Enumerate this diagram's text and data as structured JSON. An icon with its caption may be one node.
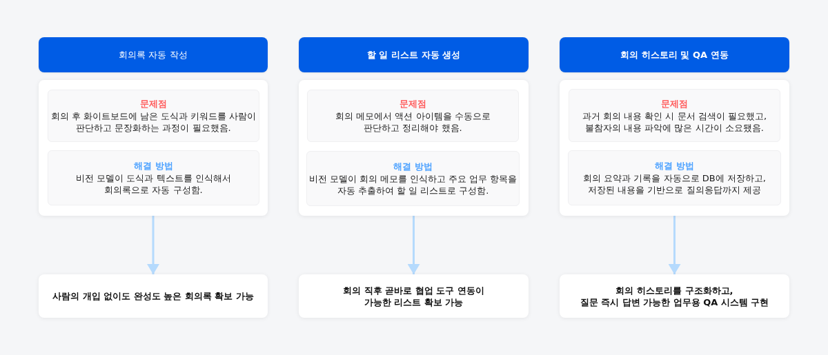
{
  "diagram": {
    "nodes": [
      {
        "text": [
          "회의록 자동 작성"
        ]
      },
      {
        "text": [],
        "shape": "box"
      },
      {
        "text": [
          "문제점",
          "회의 후 화이트보드에 남은 도식과 키워드를 사람이 판단하고 문장화하는 과정이 필요했음."
        ],
        "in": 1
      },
      {
        "text": [
          "해결 방법",
          "비전 모델이 도식과 텍스트를 인식해서 회의록으로 자동 구성함."
        ],
        "in": 1
      },
      {
        "text": [
          "사람의 개입 없이도 완성도 높은 회의록 확보 가능"
        ]
      },
      {
        "text": [
          "할 일 리스트 자동 생성"
        ]
      },
      {
        "text": [],
        "shape": "box"
      },
      {
        "text": [
          "문제점",
          "회의 메모에서 액션 아이템을 수동으로 판단하고 정리해야 했음."
        ],
        "in": 6
      },
      {
        "text": [
          "해결 방법",
          "비전 모델이 회의 메모를 인식하고 주요 업무 항목을 자동 추출하여 할 일 리스트로 구성함."
        ],
        "in": 6
      },
      {
        "text": [
          "회의 직후 곧바로 협업 도구 연동이 가능한 리스트 확보 가능"
        ]
      },
      {
        "text": [
          "회의 히스토리 및 QA 연동"
        ]
      },
      {
        "text": [],
        "shape": "box"
      },
      {
        "text": [
          "문제점",
          "과거 회의 내용 확인 시 문서 검색이 필요했고, 불참자의 내용 파악에 많은 시간이 소요됐음."
        ],
        "in": 11
      },
      {
        "text": [
          "해결 방법",
          "회의 요약과 기록을 자동으로 DB에 저장하고, 저장된 내용을 기반으로 질의응답까지 제공"
        ],
        "in": 11
      },
      {
        "text": [
          "회의 히스토리를 구조화하고, 질문 즉시 답변 가능한 업무용 QA 시스템 구현"
        ]
      }
    ],
    "edges": [
      {
        "from": 1,
        "to": 4,
        "arrow": "to"
      },
      {
        "from": 6,
        "to": 9,
        "arrow": "to"
      },
      {
        "from": 11,
        "to": 14,
        "arrow": "to"
      }
    ]
  }
}
